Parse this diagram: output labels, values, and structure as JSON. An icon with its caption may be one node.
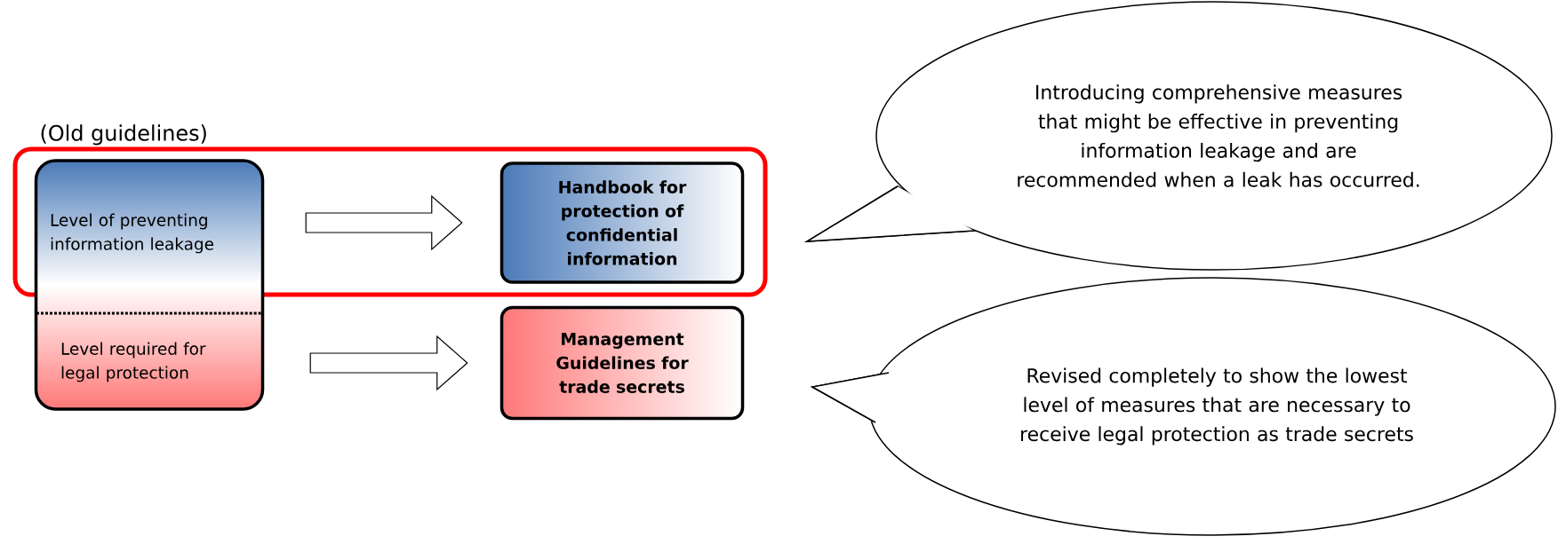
{
  "diagram": {
    "nodes": [
      {
        "text": [
          "(Old guidelines)"
        ]
      },
      {
        "text": [
          "Level of preventing information leakage"
        ],
        "in": 0
      },
      {
        "text": [
          "Level required for legal protection"
        ],
        "in": 0
      },
      {
        "text": [
          "Handbook for protection of confidential information"
        ]
      },
      {
        "text": [
          "Management Guidelines for trade secrets"
        ]
      },
      {
        "text": [
          "Introducing comprehensive measures that might be effective in preventing information leakage and are recommended when a leak has occurred."
        ]
      },
      {
        "text": [
          "Revised completely to show the lowest level of measures that are necessary to receive legal protection as trade secrets"
        ]
      }
    ],
    "edges": [
      {
        "from": 1,
        "to": 3,
        "arrow": "to"
      },
      {
        "from": 2,
        "to": 4,
        "arrow": "to"
      }
    ]
  }
}
